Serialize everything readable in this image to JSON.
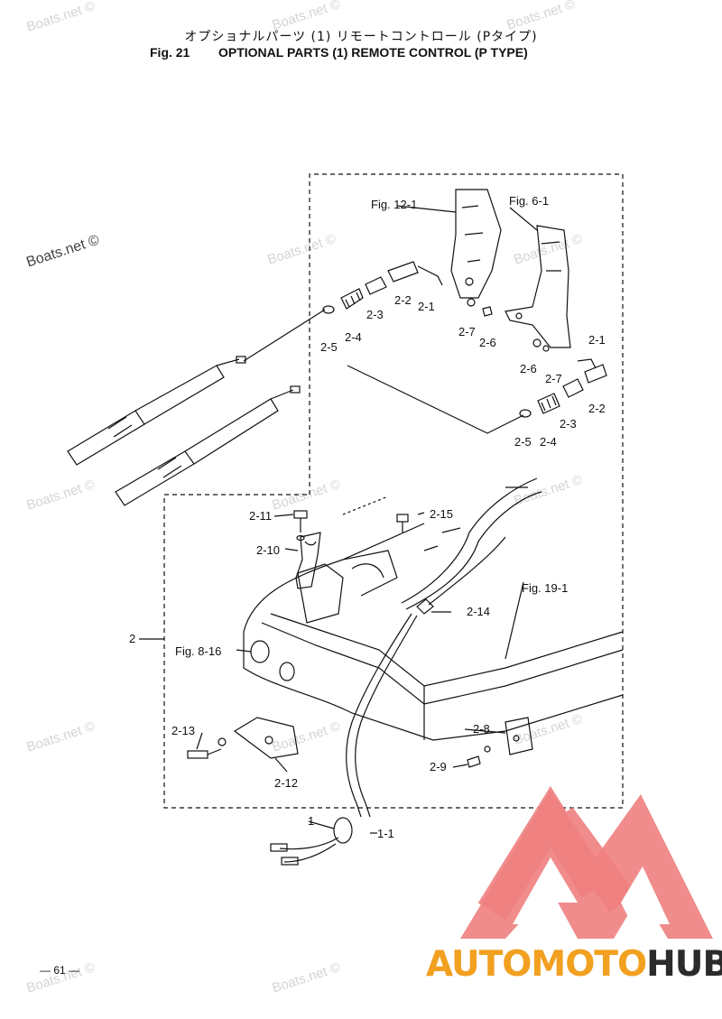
{
  "header": {
    "title_jp": "オプショナルパーツ (1) リモートコントロール (Pタイプ)",
    "fig_no": "Fig. 21",
    "title_en": "OPTIONAL PARTS (1) REMOTE CONTROL (P TYPE)"
  },
  "labels": {
    "fig_12_1": "Fig. 12-1",
    "fig_6_1": "Fig. 6-1",
    "fig_19_1": "Fig. 19-1",
    "fig_8_16": "Fig. 8-16",
    "p2": "2",
    "p2_1a": "2-1",
    "p2_2a": "2-2",
    "p2_3a": "2-3",
    "p2_4a": "2-4",
    "p2_5a": "2-5",
    "p2_6a": "2-6",
    "p2_7a": "2-7",
    "p2_1b": "2-1",
    "p2_6b": "2-6",
    "p2_7b": "2-7",
    "p2_2b": "2-2",
    "p2_3b": "2-3",
    "p2_4b": "2-4",
    "p2_5b": "2-5",
    "p2_8": "2-8",
    "p2_9": "2-9",
    "p2_10": "2-10",
    "p2_11": "2-11",
    "p2_12": "2-12",
    "p2_13": "2-13",
    "p2_14": "2-14",
    "p2_15": "2-15",
    "p1": "1",
    "p1_1": "1-1"
  },
  "watermarks": {
    "boats_net": "Boats.net ©"
  },
  "footer": {
    "page_number": "— 61 —",
    "brand_part1": "AUTOMOTO",
    "brand_part2": "HUB",
    "logo_color": "#f08080",
    "brand_color_orange": "#f2a020",
    "brand_color_dark": "#2b2b2b"
  }
}
